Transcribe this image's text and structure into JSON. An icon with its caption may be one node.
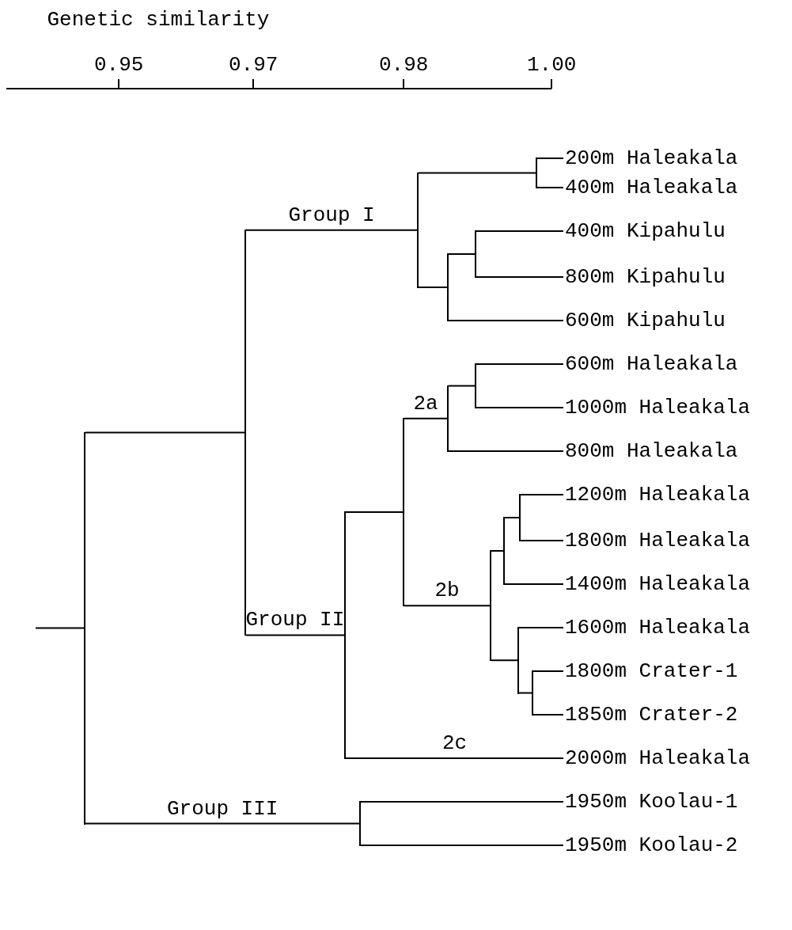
{
  "diagram": {
    "nodes": [
      {
        "text": [
          "200m Haleakala"
        ]
      },
      {
        "text": [
          "400m Haleakala"
        ]
      },
      {
        "text": [
          "400m Kipahulu"
        ]
      },
      {
        "text": [
          "800m Kipahulu"
        ]
      },
      {
        "text": [
          "600m Kipahulu"
        ]
      },
      {
        "text": [
          "600m Haleakala"
        ]
      },
      {
        "text": [
          "1000m Haleakala"
        ]
      },
      {
        "text": [
          "800m Haleakala"
        ]
      },
      {
        "text": [
          "1200m Haleakala"
        ]
      },
      {
        "text": [
          "1800m Haleakala"
        ]
      },
      {
        "text": [
          "1400m Haleakala"
        ]
      },
      {
        "text": [
          "1600m Haleakala"
        ]
      },
      {
        "text": [
          "1800m Crater-1"
        ]
      },
      {
        "text": [
          "1850m Crater-2"
        ]
      },
      {
        "text": [
          "2000m Haleakala"
        ]
      },
      {
        "text": [
          "1950m Koolau-1"
        ]
      },
      {
        "text": [
          "1950m Koolau-2"
        ]
      },
      {
        "text": [],
        "shape": "bar"
      },
      {
        "text": [],
        "shape": "bar"
      },
      {
        "text": [],
        "shape": "bar"
      },
      {
        "text": [],
        "shape": "bar"
      },
      {
        "text": [],
        "shape": "bar"
      },
      {
        "text": [],
        "shape": "bar"
      },
      {
        "text": [],
        "shape": "bar"
      },
      {
        "text": [],
        "shape": "bar"
      },
      {
        "text": [],
        "shape": "bar"
      },
      {
        "text": [],
        "shape": "bar"
      },
      {
        "text": [],
        "shape": "bar"
      },
      {
        "text": [],
        "shape": "bar"
      },
      {
        "text": [],
        "shape": "bar"
      },
      {
        "text": [],
        "shape": "bar"
      },
      {
        "text": [],
        "shape": "bar"
      },
      {
        "text": [],
        "shape": "bar"
      }
    ],
    "edges": [
      {
        "from": null,
        "to": 17,
        "arrow": "none"
      },
      {
        "from": 17,
        "to": 18,
        "arrow": "none"
      },
      {
        "from": 17,
        "to": 20,
        "arrow": "none",
        "label": "Group III"
      },
      {
        "from": 18,
        "to": 22,
        "arrow": "none",
        "label": "Group I"
      },
      {
        "from": 18,
        "to": 19,
        "arrow": "none",
        "label": "Group II"
      },
      {
        "from": 19,
        "to": 21,
        "arrow": "none"
      },
      {
        "from": 19,
        "to": 14,
        "arrow": "none",
        "label": "2c"
      },
      {
        "from": 20,
        "to": 15,
        "arrow": "none"
      },
      {
        "from": 20,
        "to": 16,
        "arrow": "none"
      },
      {
        "from": 21,
        "to": 24,
        "arrow": "none",
        "label": "2a"
      },
      {
        "from": 21,
        "to": 27,
        "arrow": "none",
        "label": "2b"
      },
      {
        "from": 22,
        "to": 32,
        "arrow": "none"
      },
      {
        "from": 22,
        "to": 23,
        "arrow": "none"
      },
      {
        "from": 23,
        "to": 25,
        "arrow": "none"
      },
      {
        "from": 23,
        "to": 4,
        "arrow": "none"
      },
      {
        "from": 24,
        "to": 26,
        "arrow": "none"
      },
      {
        "from": 24,
        "to": 7,
        "arrow": "none"
      },
      {
        "from": 25,
        "to": 2,
        "arrow": "none"
      },
      {
        "from": 25,
        "to": 3,
        "arrow": "none"
      },
      {
        "from": 26,
        "to": 5,
        "arrow": "none"
      },
      {
        "from": 26,
        "to": 6,
        "arrow": "none"
      },
      {
        "from": 27,
        "to": 28,
        "arrow": "none"
      },
      {
        "from": 27,
        "to": 29,
        "arrow": "none"
      },
      {
        "from": 28,
        "to": 30,
        "arrow": "none"
      },
      {
        "from": 28,
        "to": 10,
        "arrow": "none"
      },
      {
        "from": 29,
        "to": 11,
        "arrow": "none"
      },
      {
        "from": 29,
        "to": 31,
        "arrow": "none"
      },
      {
        "from": 30,
        "to": 8,
        "arrow": "none"
      },
      {
        "from": 30,
        "to": 9,
        "arrow": "none"
      },
      {
        "from": 31,
        "to": 12,
        "arrow": "none"
      },
      {
        "from": 31,
        "to": 13,
        "arrow": "none"
      },
      {
        "from": 32,
        "to": 0,
        "arrow": "none"
      },
      {
        "from": 32,
        "to": 1,
        "arrow": "none"
      }
    ],
    "labels": [
      "Genetic similarity",
      "0.95",
      "0.97",
      "0.98",
      "1.00"
    ]
  }
}
